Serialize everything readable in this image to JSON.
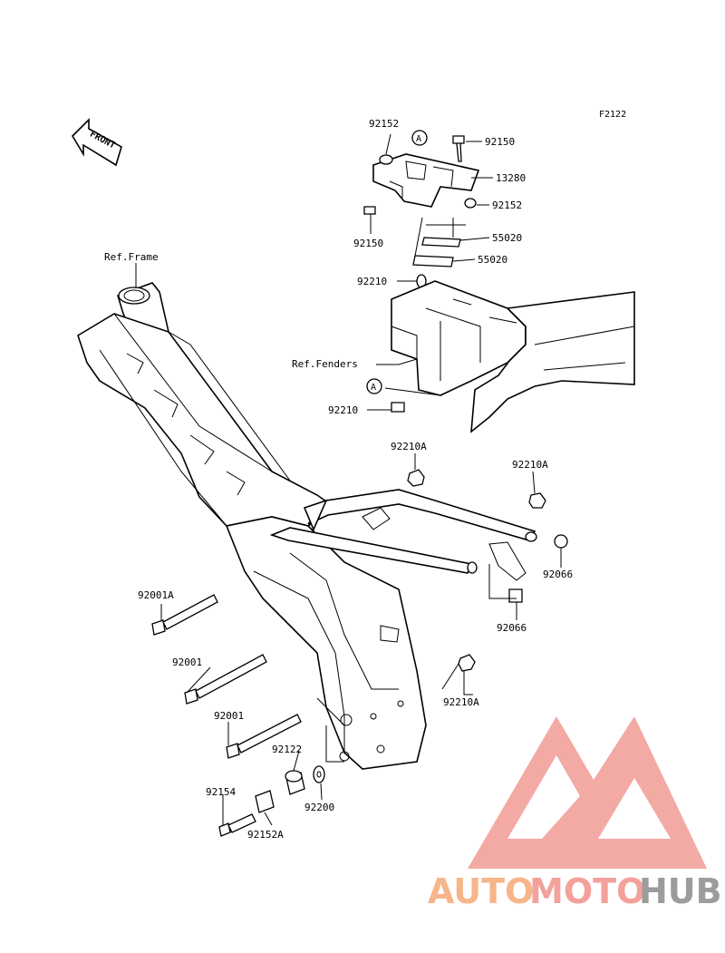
{
  "figure_code": "F2122",
  "front_label": "FRONT",
  "ref_labels": {
    "frame": "Ref.Frame",
    "fenders": "Ref.Fenders"
  },
  "callout_letter": "A",
  "parts": {
    "p92152_top": "92152",
    "p92150_top": "92150",
    "p13280": "13280",
    "p92152_right": "92152",
    "p92150_left": "92150",
    "p55020_a": "55020",
    "p55020_b": "55020",
    "p92210_a": "92210",
    "p92210_b": "92210",
    "p92210A_a": "92210A",
    "p92210A_b": "92210A",
    "p92066_a": "92066",
    "p92066_b": "92066",
    "p92001A": "92001A",
    "p92001_a": "92001",
    "p92001_b": "92001",
    "p92210A_c": "92210A",
    "p92122": "92122",
    "p92154": "92154",
    "p92200": "92200",
    "p92152A": "92152A"
  },
  "watermark": {
    "part1": "AUTO",
    "part2": "MOTO",
    "part3": "HUB",
    "color_auto": "#f6b58a",
    "color_moto": "#f3a19b",
    "color_hub": "#9c9c9c",
    "logo_color": "#f29b95"
  }
}
